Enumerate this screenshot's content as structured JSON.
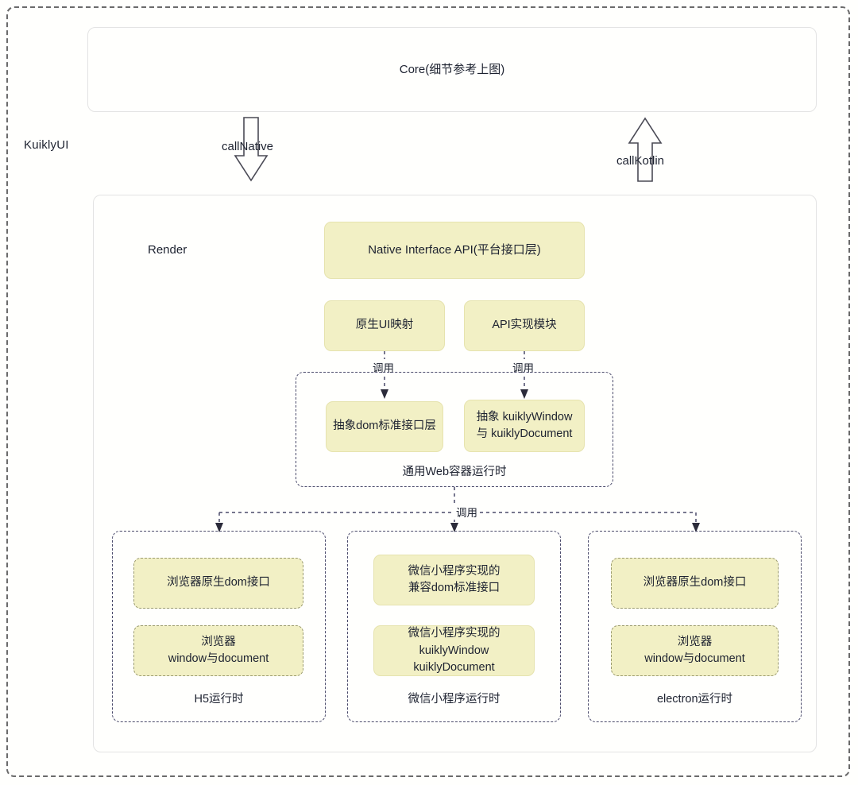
{
  "frame": {
    "label": "KuiklyUI"
  },
  "colors": {
    "box_fill": "#f2f0c5",
    "box_border": "#e6e3ae",
    "panel_border": "#e3e3e3",
    "dashed_border": "#4a4a6a",
    "outer_border": "#6b6b6b",
    "text": "#1d2230",
    "background": "#fffffd"
  },
  "core": {
    "title": "Core(细节参考上图)"
  },
  "bridge": {
    "call_native": "callNative",
    "call_kotlin": "callKotlin"
  },
  "render": {
    "title": "Render",
    "native_api": "Native Interface API(平台接口层)",
    "ui_mapping": "原生UI映射",
    "api_impl": "API实现模块",
    "call_label_1": "调用",
    "call_label_2": "调用",
    "call_label_3": "调用"
  },
  "web_container": {
    "caption": "通用Web容器运行时",
    "dom_abstract": "抽象dom标准接口层",
    "kuikly_abstract_line1": "抽象 kuiklyWindow",
    "kuikly_abstract_line2": "与 kuiklyDocument"
  },
  "runtimes": [
    {
      "caption": "H5运行时",
      "box1_line1": "浏览器原生dom接口",
      "box1_line2": "",
      "box1_line3": "",
      "box2_line1": "浏览器",
      "box2_line2": "window与document",
      "box2_line3": ""
    },
    {
      "caption": "微信小程序运行时",
      "box1_line1": "微信小程序实现的",
      "box1_line2": "兼容dom标准接口",
      "box1_line3": "",
      "box2_line1": "微信小程序实现的",
      "box2_line2": "kuiklyWindow",
      "box2_line3": "kuiklyDocument"
    },
    {
      "caption": "electron运行时",
      "box1_line1": "浏览器原生dom接口",
      "box1_line2": "",
      "box1_line3": "",
      "box2_line1": "浏览器",
      "box2_line2": "window与document",
      "box2_line3": ""
    }
  ]
}
